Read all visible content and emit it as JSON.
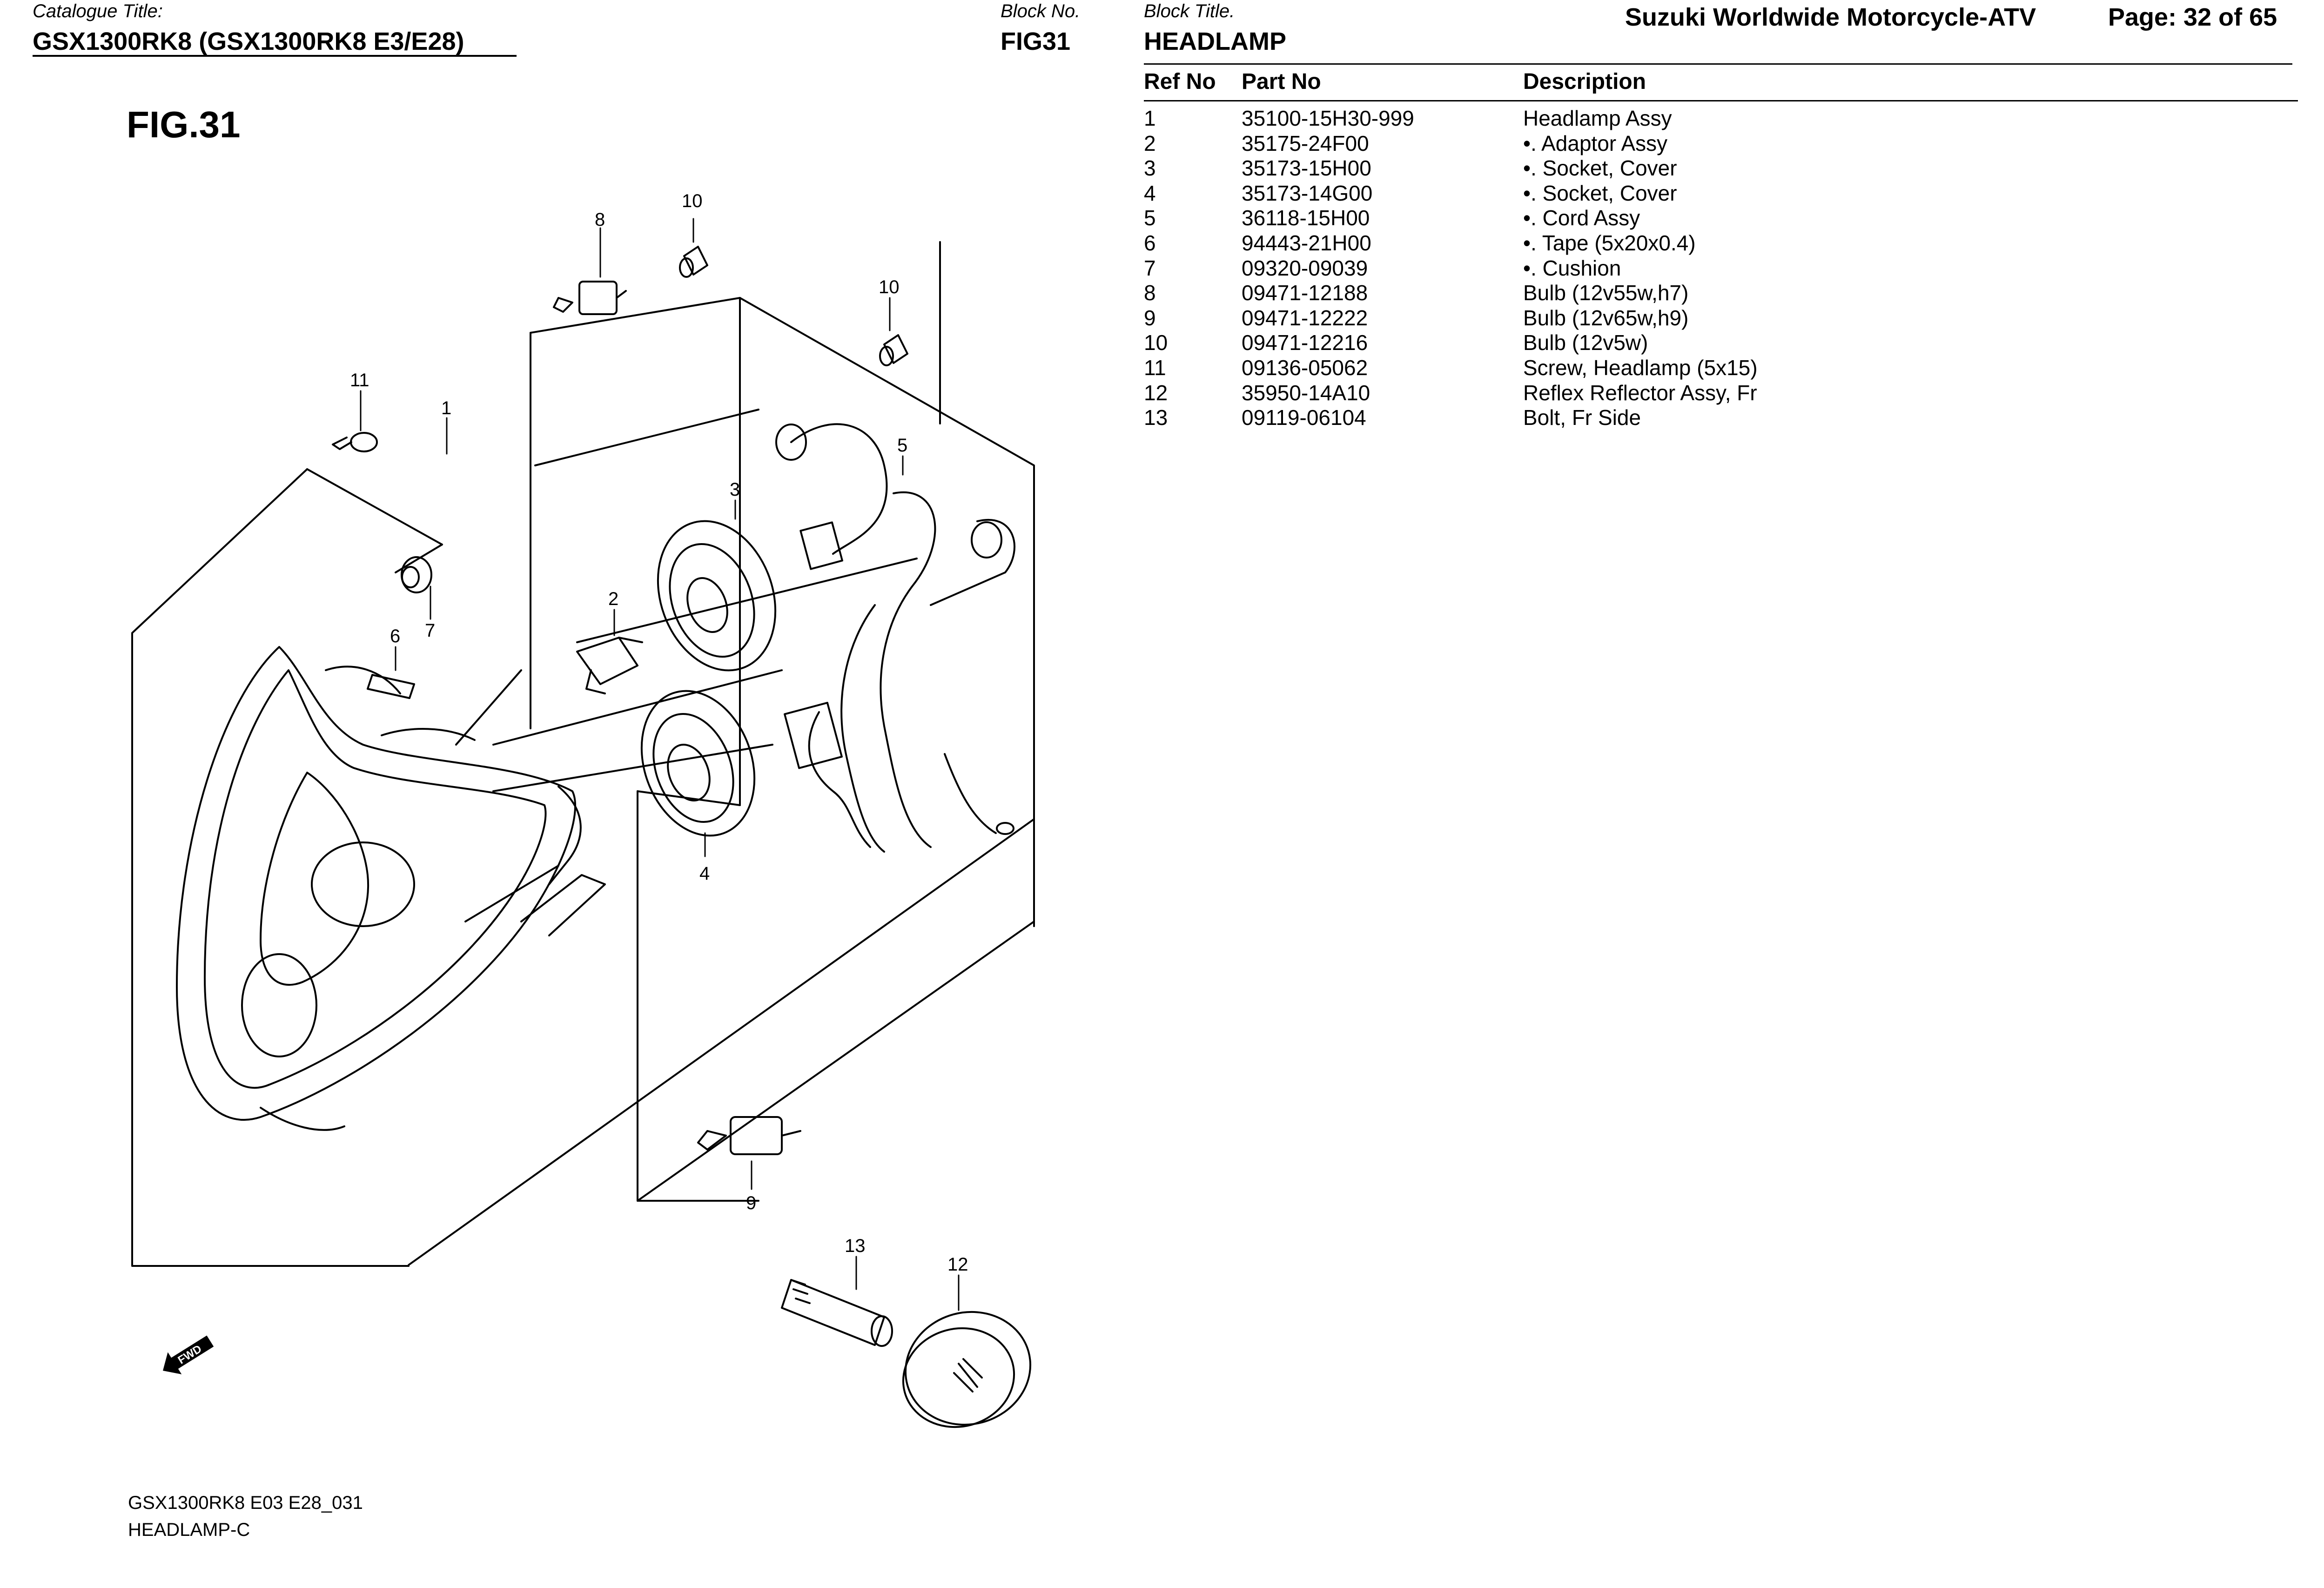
{
  "header": {
    "catalogue_label": "Catalogue Title:",
    "catalogue_title": "GSX1300RK8 (GSX1300RK8 E3/E28)",
    "block_no_label": "Block No.",
    "block_no": "FIG31",
    "block_title_label": "Block Title.",
    "block_title": "HEADLAMP",
    "brand": "Suzuki Worldwide Motorcycle-ATV",
    "page": "Page: 32 of 65"
  },
  "figure": {
    "title": "FIG.31",
    "callouts": [
      "1",
      "2",
      "3",
      "4",
      "5",
      "6",
      "7",
      "8",
      "9",
      "10",
      "10",
      "11",
      "12",
      "13"
    ],
    "fwd_label": "FWD"
  },
  "table": {
    "columns": [
      "Ref No",
      "Part No",
      "Description"
    ],
    "rows": [
      {
        "ref": "1",
        "part": "35100-15H30-999",
        "desc": "Headlamp Assy"
      },
      {
        "ref": "2",
        "part": "35175-24F00",
        "desc": "•. Adaptor Assy"
      },
      {
        "ref": "3",
        "part": "35173-15H00",
        "desc": "•. Socket, Cover"
      },
      {
        "ref": "4",
        "part": "35173-14G00",
        "desc": "•. Socket, Cover"
      },
      {
        "ref": "5",
        "part": "36118-15H00",
        "desc": "•. Cord Assy"
      },
      {
        "ref": "6",
        "part": "94443-21H00",
        "desc": "•. Tape (5x20x0.4)"
      },
      {
        "ref": "7",
        "part": "09320-09039",
        "desc": "•. Cushion"
      },
      {
        "ref": "8",
        "part": "09471-12188",
        "desc": "Bulb (12v55w,h7)"
      },
      {
        "ref": "9",
        "part": "09471-12222",
        "desc": "Bulb (12v65w,h9)"
      },
      {
        "ref": "10",
        "part": "09471-12216",
        "desc": "Bulb (12v5w)"
      },
      {
        "ref": "11",
        "part": "09136-05062",
        "desc": "Screw, Headlamp (5x15)"
      },
      {
        "ref": "12",
        "part": "35950-14A10",
        "desc": "Reflex Reflector Assy, Fr"
      },
      {
        "ref": "13",
        "part": "09119-06104",
        "desc": "Bolt, Fr Side"
      }
    ]
  },
  "footer": {
    "line1": "GSX1300RK8 E03 E28_031",
    "line2": "HEADLAMP-C"
  }
}
